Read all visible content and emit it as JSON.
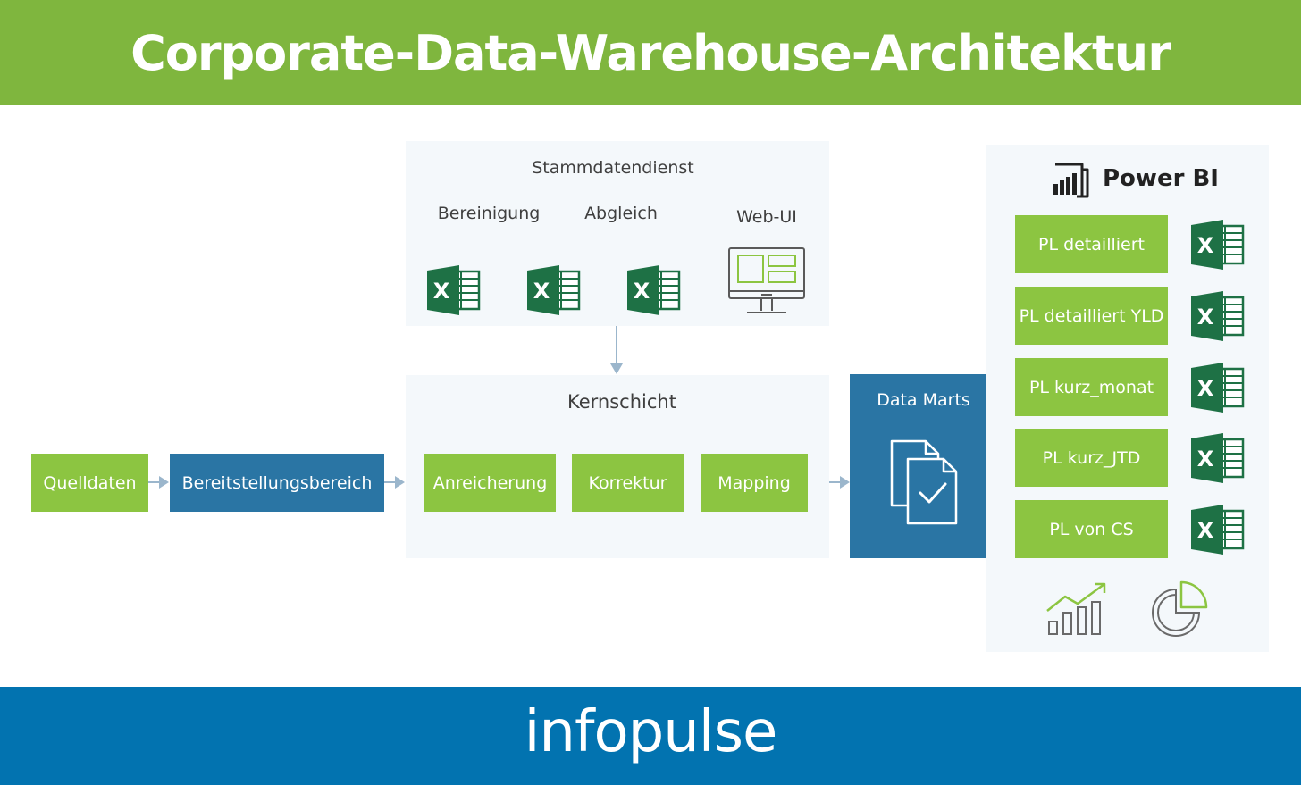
{
  "header": {
    "title": "Corporate-Data-Warehouse-Architektur"
  },
  "footer": {
    "logo_text": "infopulse"
  },
  "stammdaten": {
    "title": "Stammdatendienst",
    "labels": [
      "Bereinigung",
      "Abgleich",
      "Web-UI"
    ]
  },
  "kern": {
    "title": "Kernschicht",
    "steps": [
      "Anreicherung",
      "Korrektur",
      "Mapping"
    ]
  },
  "flow": {
    "source": "Quelldaten",
    "staging": "Bereitstellungsbereich"
  },
  "datamarts": {
    "title": "Data Marts"
  },
  "powerbi": {
    "title": "Power BI",
    "reports": [
      "PL detailliert",
      "PL detailliert YLD",
      "PL kurz_monat",
      "PL kurz_JTD",
      "PL von CS"
    ]
  },
  "icons": {
    "excel": "excel-icon",
    "webui": "monitor-icon",
    "datamarts": "documents-check-icon",
    "powerbi": "powerbi-logo-icon",
    "chart": "bar-line-chart-icon",
    "pie": "pie-chart-icon"
  },
  "colors": {
    "green": "#7fb63e",
    "green_box": "#8cc541",
    "blue_box": "#2a75a4",
    "footer_blue": "#0273b0",
    "excel_green": "#1e7145"
  }
}
